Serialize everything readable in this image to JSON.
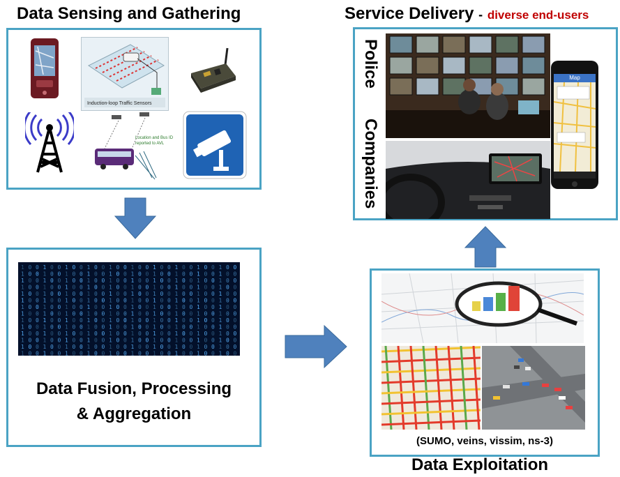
{
  "headings": {
    "sensing": "Data Sensing and Gathering",
    "service": "Service Delivery",
    "service_dash": "-",
    "service_sub": "diverse end-users",
    "fusion_line1": "Data Fusion, Processing",
    "fusion_line2": "& Aggregation",
    "exploitation": "Data  Exploitation",
    "tools": "(SUMO,  veins, vissim, ns-3)"
  },
  "service_labels": {
    "police": "Police",
    "companies": "Companies"
  },
  "sensing_images": [
    "smartphone-icon",
    "induction-loop-diagram",
    "sensor-board-icon",
    "cell-tower-icon",
    "bus-gps-diagram",
    "traffic-camera-sign-icon"
  ],
  "colors": {
    "panel_border": "#4aa3c4",
    "arrow": "#4f81bd",
    "accent_red": "#c00000"
  },
  "phone": {
    "header": "Map"
  }
}
